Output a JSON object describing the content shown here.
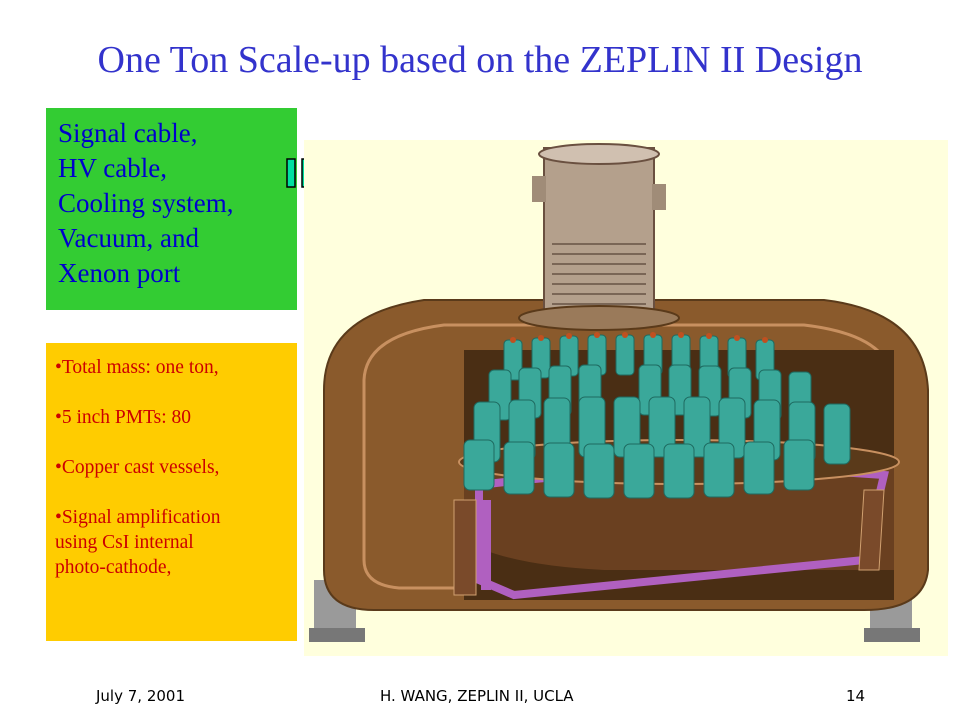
{
  "slide": {
    "title": "One Ton Scale-up based on the ZEPLIN II Design",
    "green_box": {
      "lines": [
        "Signal cable,",
        "HV cable,",
        "Cooling system,",
        "Vacuum, and",
        "Xenon port"
      ]
    },
    "orange_box": {
      "items": [
        "•Total mass: one ton,",
        "•5 inch PMTs: 80",
        "•Copper cast vessels,",
        "•Signal amplification",
        "using CsI internal",
        "photo-cathode,"
      ]
    },
    "footer": {
      "date": "July 7, 2001",
      "presenter": "H. WANG, ZEPLIN II, UCLA",
      "page": "14"
    }
  },
  "colors": {
    "title": "#3333cc",
    "green_box_bg": "#33cc33",
    "green_box_text": "#0000cc",
    "orange_box_bg": "#ffcc00",
    "orange_box_text": "#cc0000",
    "arrow": "#00e0a0",
    "figure_bg": "#ffffdd",
    "copper": "#8a5a2c",
    "pmt": "#3aa89a",
    "purple": "#b060c0"
  }
}
